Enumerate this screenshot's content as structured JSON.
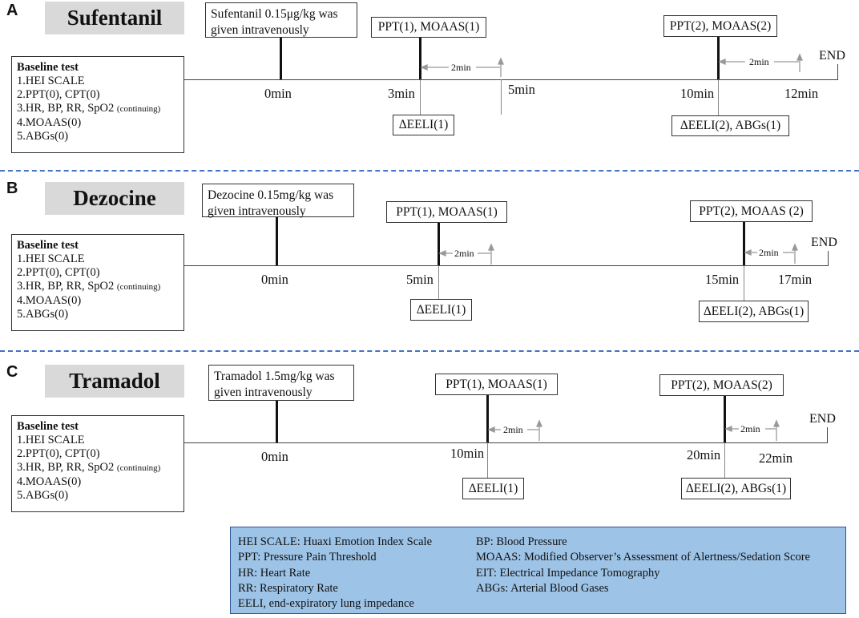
{
  "panels": [
    {
      "letter": "A",
      "drug": "Sufentanil",
      "dose": [
        "Sufentanil 0.15μg/kg was",
        "given intravenously"
      ],
      "baseline": {
        "title": "Baseline test",
        "items": [
          "1.HEI SCALE",
          "2.PPT(0), CPT(0)",
          "3.HR, BP, RR, SpO2",
          "4.MOAAS(0)",
          "5.ABGs(0)"
        ],
        "continuing": "(continuing)"
      },
      "times": [
        "0min",
        "3min",
        "5min",
        "10min",
        "12min"
      ],
      "event1": "PPT(1), MOAAS(1)",
      "event2": "PPT(2), MOAAS(2)",
      "below1": "ΔEELI(1)",
      "below2": "ΔEELI(2), ABGs(1)",
      "interval": "2min",
      "end": "END"
    },
    {
      "letter": "B",
      "drug": "Dezocine",
      "dose": [
        "Dezocine 0.15mg/kg was",
        "given intravenously"
      ],
      "baseline": {
        "title": "Baseline test",
        "items": [
          "1.HEI SCALE",
          "2.PPT(0), CPT(0)",
          "3.HR, BP, RR, SpO2",
          "4.MOAAS(0)",
          "5.ABGs(0)"
        ],
        "continuing": "(continuing)"
      },
      "times": [
        "0min",
        "5min",
        "15min",
        "17min"
      ],
      "event1": "PPT(1), MOAAS(1)",
      "event2": "PPT(2), MOAAS (2)",
      "below1": "ΔEELI(1)",
      "below2": "ΔEELI(2), ABGs(1)",
      "interval": "2min",
      "end": "END"
    },
    {
      "letter": "C",
      "drug": "Tramadol",
      "dose": [
        "Tramadol 1.5mg/kg was",
        "given intravenously"
      ],
      "baseline": {
        "title": "Baseline test",
        "items": [
          "1.HEI SCALE",
          "2.PPT(0), CPT(0)",
          "3.HR, BP, RR, SpO2",
          "4.MOAAS(0)",
          "5.ABGs(0)"
        ],
        "continuing": "(continuing)"
      },
      "times": [
        "0min",
        "10min",
        "20min",
        "22min"
      ],
      "event1": "PPT(1), MOAAS(1)",
      "event2": "PPT(2), MOAAS(2)",
      "below1": "ΔEELI(1)",
      "below2": "ΔEELI(2), ABGs(1)",
      "interval": "2min",
      "end": "END"
    }
  ],
  "legend": {
    "left": [
      "HEI SCALE: Huaxi Emotion Index Scale",
      "PPT: Pressure Pain Threshold",
      "HR: Heart Rate",
      "RR: Respiratory Rate",
      "EELI, end-expiratory lung impedance"
    ],
    "right": [
      "BP: Blood Pressure",
      "MOAAS: Modified Observer’s Assessment of Alertness/Sedation Score",
      "EIT: Electrical Impedance Tomography",
      "ABGs: Arterial Blood Gases"
    ]
  },
  "colors": {
    "divider": "#4472c4",
    "legend_bg": "#9dc3e6",
    "drug_bg": "#d9d9d9",
    "interval_arrow": "#999999"
  }
}
